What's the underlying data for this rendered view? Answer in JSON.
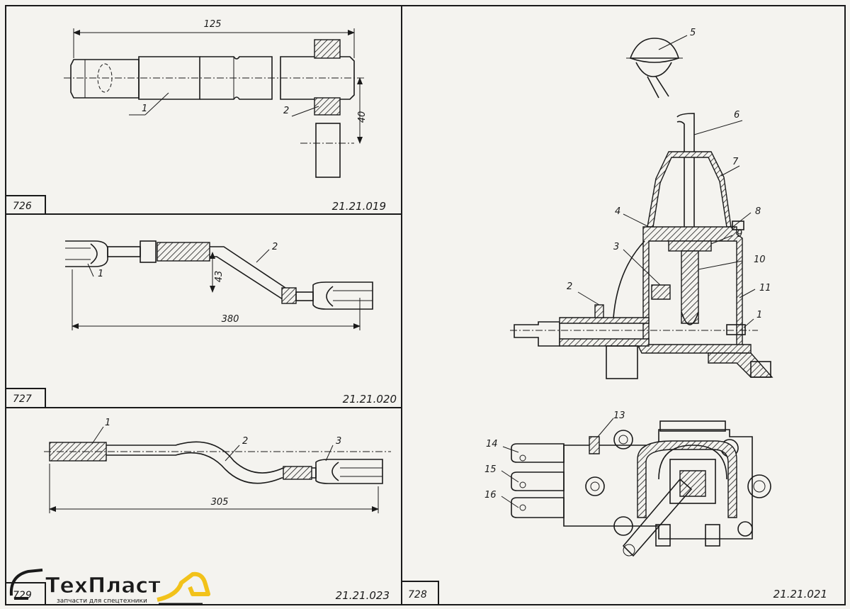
{
  "panels": {
    "p726": {
      "fig": "726",
      "code": "21.21.019",
      "dim_length": "125",
      "dim_height": "40",
      "parts": [
        "1",
        "2"
      ]
    },
    "p727": {
      "fig": "727",
      "code": "21.21.020",
      "dim_length": "380",
      "dim_height": "43",
      "parts": [
        "1",
        "2"
      ]
    },
    "p729": {
      "fig": "729",
      "code": "21.21.023",
      "dim_length": "305",
      "parts": [
        "1",
        "2",
        "3"
      ]
    },
    "p728": {
      "fig": "728",
      "code": "21.21.021",
      "parts": [
        "1",
        "2",
        "3",
        "4",
        "5",
        "6",
        "7",
        "8",
        "9",
        "10",
        "11",
        "13",
        "14",
        "15",
        "16"
      ]
    }
  },
  "logo": {
    "name": "ТехПласт",
    "tagline": "запчасти для спецтехники",
    "accent": "#f2c21a",
    "dark": "#1a1a1a"
  }
}
